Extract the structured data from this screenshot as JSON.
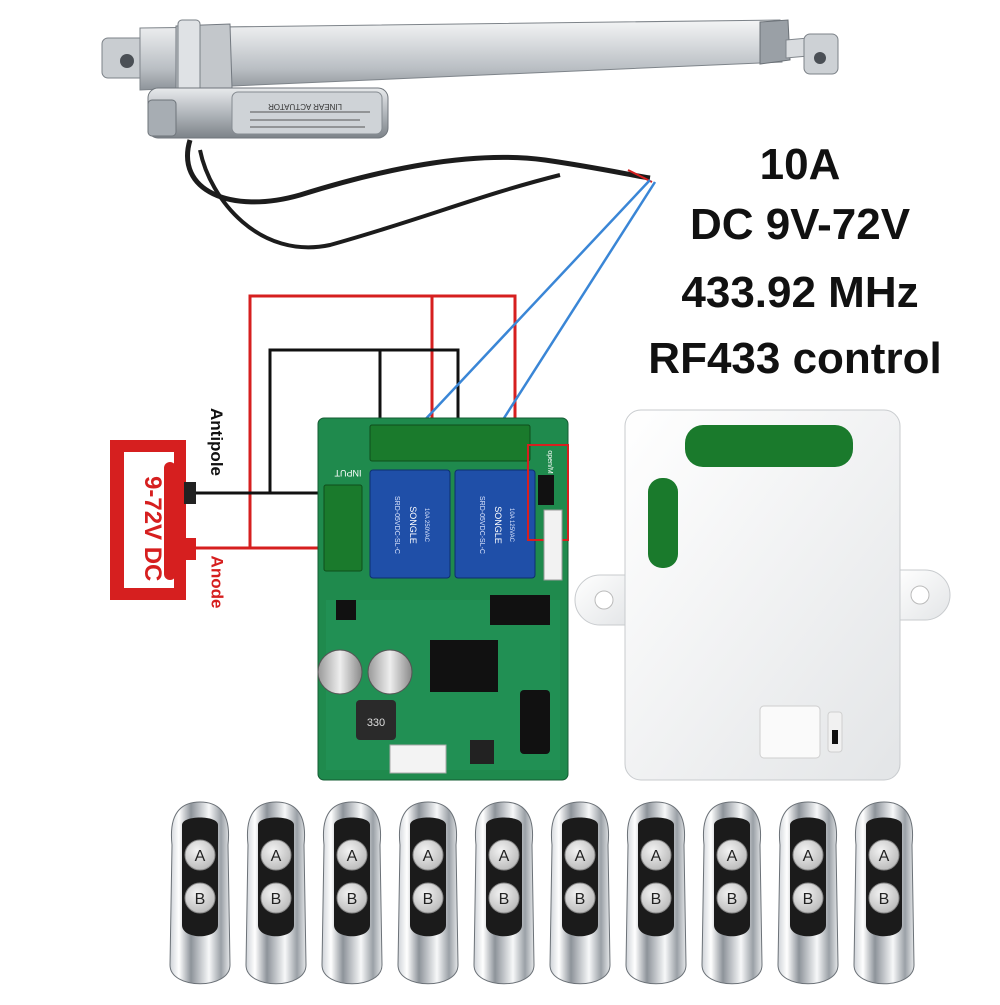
{
  "specs": {
    "current": "10A",
    "voltage": "DC 9V-72V",
    "frequency": "433.92 MHz",
    "control": "RF433 control"
  },
  "power": {
    "label": "9-72V DC",
    "negative_label": "Antipole",
    "positive_label": "Anode"
  },
  "board": {
    "input_label": "INPUT",
    "relay_brand": "SONGLE",
    "relay_model": "SRD-05VDC-SL-C",
    "relay_rating_1": "10A 250VAC",
    "relay_rating_2": "10A 125VAC",
    "inductor_label": "330",
    "jumper_label": "open/M"
  },
  "actuator": {
    "label": "LINEAR ACTUATOR"
  },
  "remotes": {
    "count": 10,
    "button_a": "A",
    "button_b": "B"
  },
  "colors": {
    "red_wire": "#d61f1f",
    "black_wire": "#111111",
    "blue_wire": "#3a86d6",
    "pcb_green": "#1f8a4d",
    "relay_blue": "#1f4fa8",
    "terminal_green": "#1a7a2c"
  }
}
